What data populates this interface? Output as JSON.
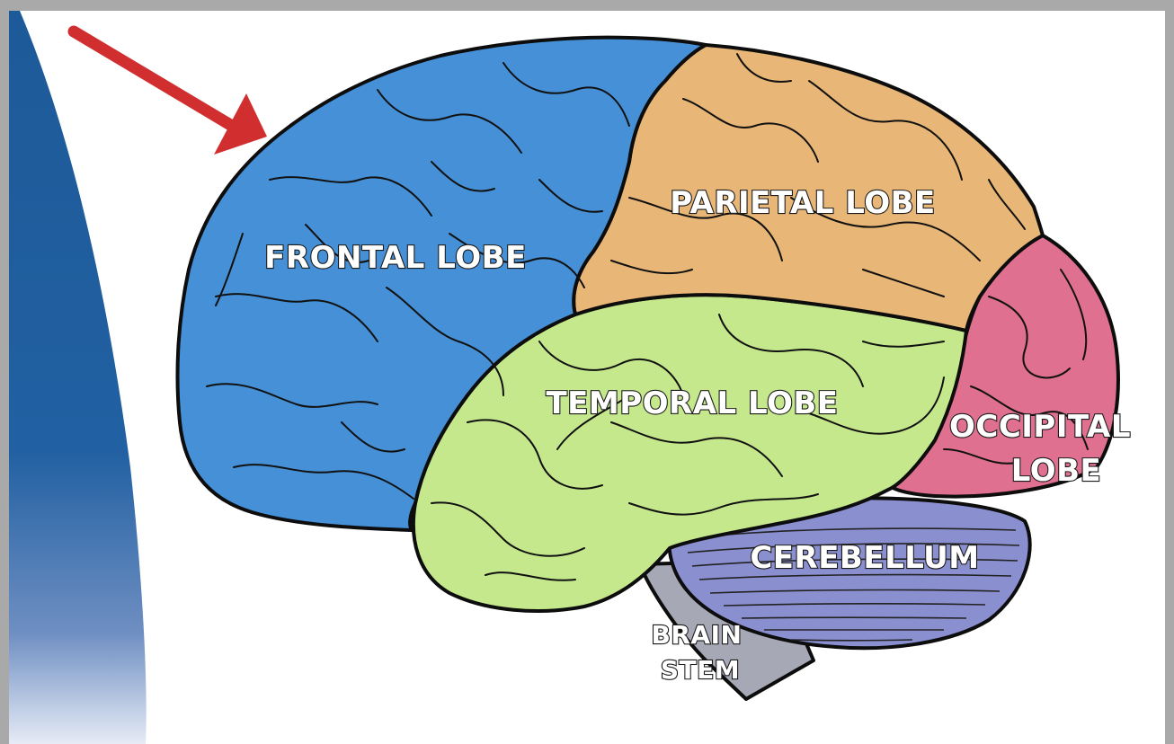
{
  "diagram": {
    "labels": {
      "frontal": "FRONTAL LOBE",
      "parietal": "PARIETAL LOBE",
      "temporal": "TEMPORAL LOBE",
      "occipital_line1": "OCCIPITAL",
      "occipital_line2": "LOBE",
      "cerebellum": "CEREBELLUM",
      "brainstem_line1": "BRAIN",
      "brainstem_line2": "STEM"
    },
    "colors": {
      "frontal": "#4590d6",
      "parietal": "#e8b676",
      "temporal": "#c5e88c",
      "occipital": "#e0708f",
      "cerebellum": "#8a8fd0",
      "brainstem": "#a7a8b5",
      "arrow": "#d12f2f",
      "side_band": "#1d5a99",
      "frame": "#a9a9a9"
    },
    "icons": {
      "pointer": "arrow-icon"
    }
  }
}
